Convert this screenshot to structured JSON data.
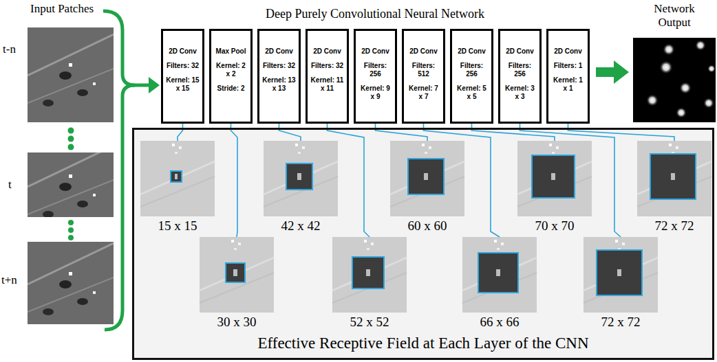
{
  "diagram": {
    "title": "Deep Purely Convolutional Neural Network",
    "nodes": [
      {
        "text": [
          "2D Conv",
          "Filters: 32",
          "Kernel: 15 x 15"
        ]
      },
      {
        "text": [
          "Max Pool",
          "Kernel: 2 x 2",
          "Stride: 2"
        ]
      },
      {
        "text": [
          "2D Conv",
          "Filters: 32",
          "Kernel: 13 x 13"
        ]
      },
      {
        "text": [
          "2D Conv",
          "Filters: 32",
          "Kernel: 11 x 11"
        ]
      },
      {
        "text": [
          "2D Conv",
          "Filters: 256",
          "Kernel: 9 x 9"
        ]
      },
      {
        "text": [
          "2D Conv",
          "Filters: 512",
          "Kernel: 7 x 7"
        ]
      },
      {
        "text": [
          "2D Conv",
          "Filters: 256",
          "Kernel: 5 x 5"
        ]
      },
      {
        "text": [
          "2D Conv",
          "Filters: 256",
          "Kernel: 3 x 3"
        ]
      },
      {
        "text": [
          "2D Conv",
          "Filters: 1",
          "Kernel: 1 x 1"
        ]
      },
      {
        "text": [
          "Effective Receptive Field at Each Layer of the CNN"
        ]
      },
      {
        "text": [
          "15 x 15"
        ],
        "in": 9
      },
      {
        "text": [
          "30 x 30"
        ],
        "in": 9
      },
      {
        "text": [
          "42 x 42"
        ],
        "in": 9
      },
      {
        "text": [
          "52 x 52"
        ],
        "in": 9
      },
      {
        "text": [
          "60 x 60"
        ],
        "in": 9
      },
      {
        "text": [
          "66 x 66"
        ],
        "in": 9
      },
      {
        "text": [
          "70 x 70"
        ],
        "in": 9
      },
      {
        "text": [
          "72 x 72"
        ],
        "in": 9
      },
      {
        "text": [
          "72 x 72"
        ],
        "in": 9
      }
    ],
    "edges": [
      {
        "from": 0,
        "to": 10,
        "arrow": "none"
      },
      {
        "from": 1,
        "to": 11,
        "arrow": "none"
      },
      {
        "from": 2,
        "to": 12,
        "arrow": "none"
      },
      {
        "from": 3,
        "to": 13,
        "arrow": "none"
      },
      {
        "from": 4,
        "to": 14,
        "arrow": "none"
      },
      {
        "from": 5,
        "to": 15,
        "arrow": "none"
      },
      {
        "from": 6,
        "to": 16,
        "arrow": "none"
      },
      {
        "from": 7,
        "to": 17,
        "arrow": "none"
      },
      {
        "from": 8,
        "to": 18,
        "arrow": "none"
      }
    ],
    "labels": [
      "Input Patches",
      "t-n",
      "t",
      "t+n",
      "Network Output"
    ]
  }
}
